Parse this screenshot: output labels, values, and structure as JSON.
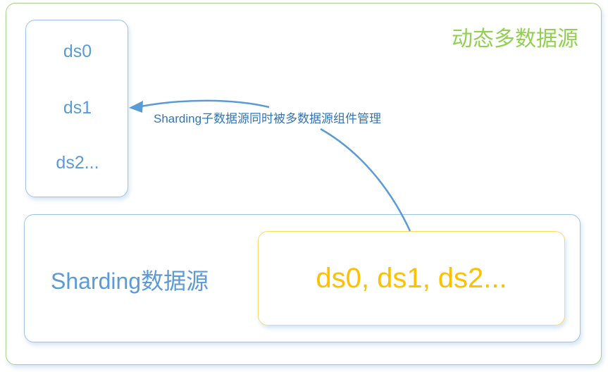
{
  "diagram": {
    "outer_container": {
      "title": "动态多数据源",
      "border_color": "#a9d18e",
      "title_color": "#92d050"
    },
    "managed_datasources": {
      "items": [
        "ds0",
        "ds1",
        "ds2..."
      ],
      "border_color": "#9dc3e6",
      "text_color": "#5b9bd5"
    },
    "sharding_datasource": {
      "label": "Sharding数据源",
      "sub_datasources": "ds0, ds1, ds2...",
      "border_color": "#9dc3e6",
      "inner_border_color": "#ffd966",
      "inner_text_color": "#ffc000"
    },
    "connector": {
      "label": "Sharding子数据源同时被多数据源组件管理",
      "color": "#5b9bd5"
    }
  }
}
